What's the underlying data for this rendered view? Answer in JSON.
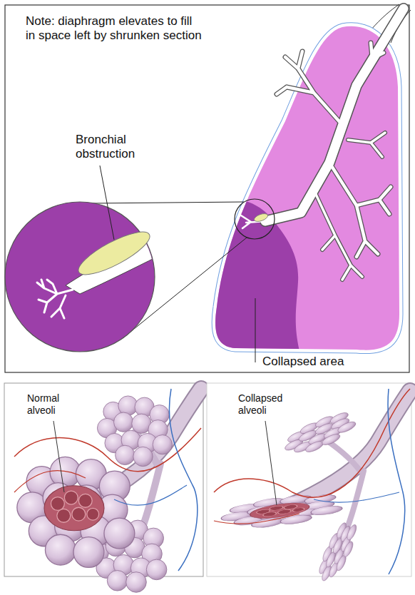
{
  "diagram": {
    "labels": [
      "Note: diaphragm elevates to fill in space left by shrunken section",
      "Bronchial obstruction",
      "Collapsed area",
      "Normal alveoli",
      "Collapsed alveoli"
    ]
  }
}
